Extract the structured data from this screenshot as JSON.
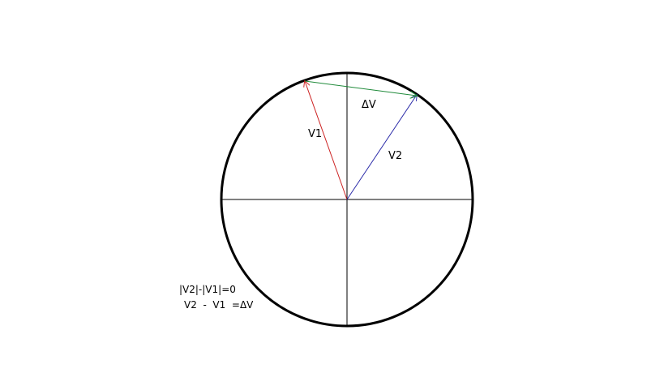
{
  "labels": {
    "v1": "V1",
    "v2": "V2",
    "delta_v": "ΔV"
  },
  "equations": {
    "magnitude": "|V2|-|V1|=0",
    "difference": "V2  -  V1  =ΔV"
  },
  "colors": {
    "circle": "#000000",
    "axes": "#000000",
    "v1": "#cc2222",
    "v2": "#2a2aa8",
    "delta_v": "#1f8a3a"
  }
}
